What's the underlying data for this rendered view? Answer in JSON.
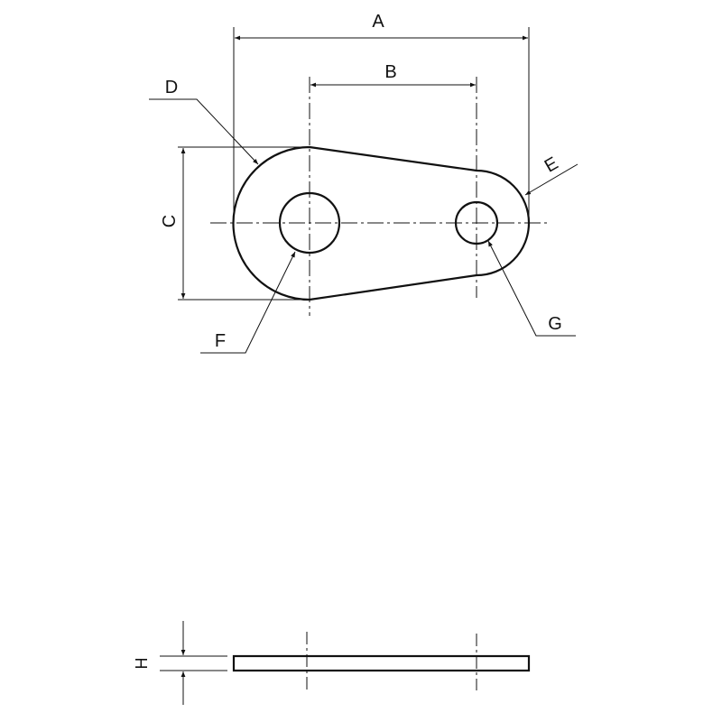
{
  "drawing": {
    "labels": {
      "a": "A",
      "b": "B",
      "c": "C",
      "d": "D",
      "e": "E",
      "f": "F",
      "g": "G",
      "h": "H"
    },
    "colors": {
      "line": "#111111",
      "background": "#ffffff"
    }
  }
}
